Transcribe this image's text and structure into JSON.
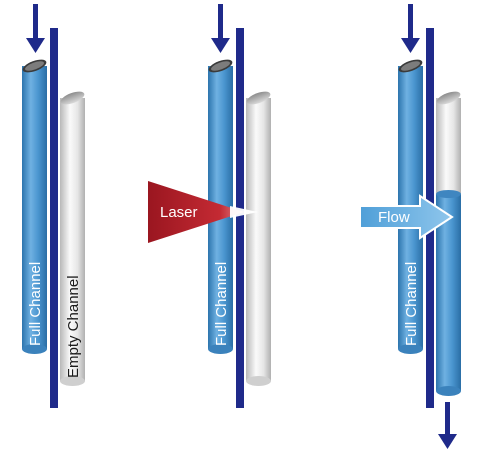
{
  "colors": {
    "background": "#ffffff",
    "full_channel": "#4a95cf",
    "full_channel_dark": "#2e76ad",
    "full_channel_light": "#8ec3ea",
    "empty_channel": "#e6e6e6",
    "empty_channel_dark": "#b9b9b9",
    "separator": "#1f2a8a",
    "arrow": "#1f2a8a",
    "laser": "#b3202a",
    "flow": "#5aa7dd"
  },
  "panels": [
    {
      "full_label": "Full Channel",
      "empty_label": "Empty Channel"
    },
    {
      "full_label": "Full Channel",
      "laser_label": "Laser"
    },
    {
      "full_label": "Full Channel",
      "flow_label": "Flow"
    }
  ]
}
